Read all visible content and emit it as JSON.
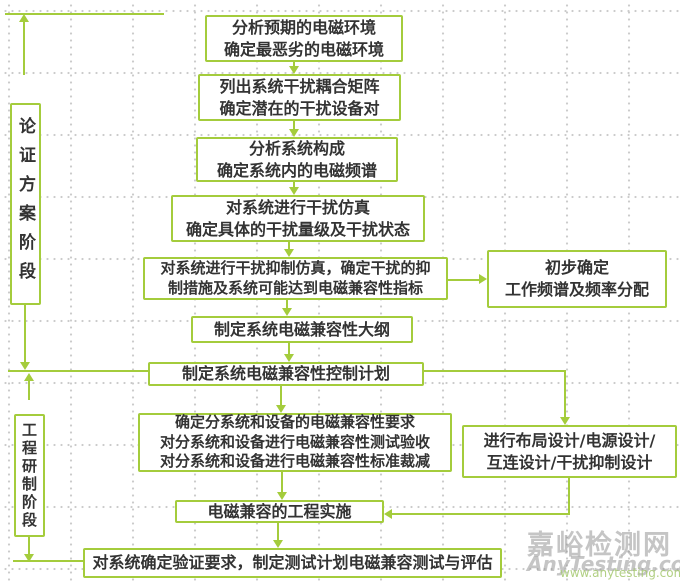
{
  "page": {
    "accent_color": "#a4cc3c",
    "text_color": "#333333",
    "background_color": "#ffffff"
  },
  "phases": {
    "demonstration": {
      "label": "论证方案阶段"
    },
    "engineering": {
      "label": "工程研制阶段"
    }
  },
  "nodes": {
    "analyze_env": {
      "text": "分析预期的电磁环境\n确定最恶劣的电磁环境"
    },
    "coupling_matrix": {
      "text": "列出系统干扰耦合矩阵\n确定潜在的干扰设备对"
    },
    "system_composition": {
      "text": "分析系统构成\n确定系统内的电磁频谱"
    },
    "interference_simulation": {
      "text": "对系统进行干扰仿真\n确定具体的干扰量级及干扰状态"
    },
    "suppression_simulation": {
      "text": "对系统进行干扰抑制仿真，确定干扰的抑\n制措施及系统可能达到电磁兼容性指标"
    },
    "emc_outline": {
      "text": "制定系统电磁兼容性大纲"
    },
    "control_plan": {
      "text": "制定系统电磁兼容性控制计划"
    },
    "subsystem_requirements": {
      "text": "确定分系统和设备的电磁兼容性要求\n对分系统和设备进行电磁兼容性测试验收\n对分系统和设备进行电磁兼容性标准裁减"
    },
    "frequency_allocation": {
      "text": "初步确定\n工作频谱及频率分配"
    },
    "layout_design": {
      "text": "进行布局设计/电源设计/\n互连设计/干扰抑制设计"
    },
    "engineering_implementation": {
      "text": "电磁兼容的工程实施"
    },
    "verification": {
      "text": "对系统确定验证要求，制定测试计划电磁兼容测试与评估"
    }
  },
  "watermark": {
    "site_name": "嘉峪检测网",
    "site_domain": "AnyTesting.com",
    "site_url": "www.anytesting.com"
  }
}
